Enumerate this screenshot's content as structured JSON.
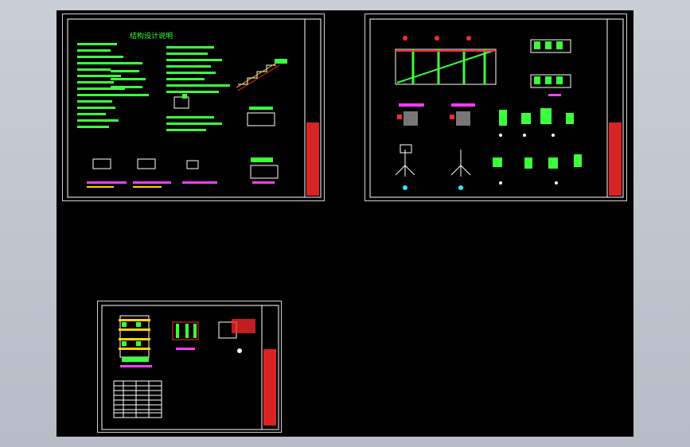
{
  "window": {
    "title": ""
  },
  "sheets": [
    {
      "id": "sheet-1",
      "title": "结构设计说明"
    },
    {
      "id": "sheet-2",
      "title": ""
    },
    {
      "id": "sheet-3",
      "title": ""
    }
  ],
  "colors": {
    "background": "#000000",
    "frame": "#d0d0d0",
    "text": "#3cff3c",
    "accent_red": "#ff2a2a",
    "accent_magenta": "#ff3cff",
    "accent_yellow": "#ffd400",
    "accent_cyan": "#2ee7ff",
    "line_white": "#ffffff"
  }
}
